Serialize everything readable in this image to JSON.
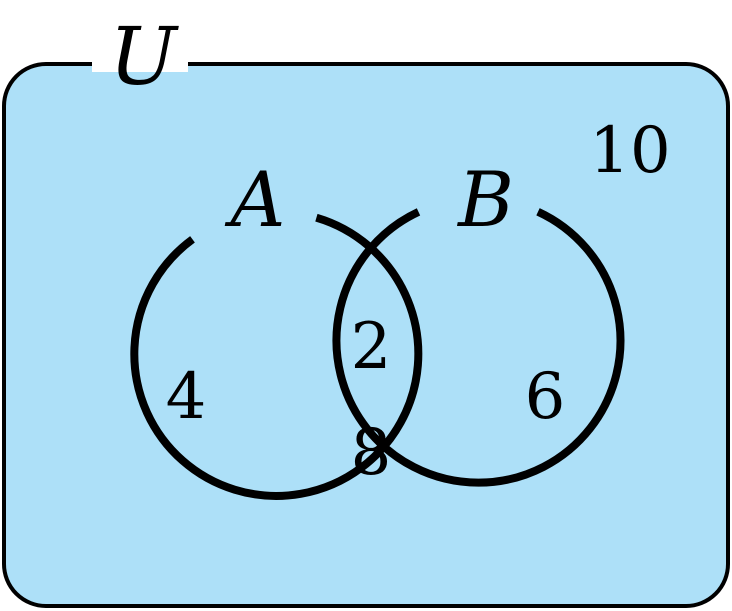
{
  "diagram": {
    "type": "venn",
    "universe": {
      "label": "U",
      "outside_value": "10"
    },
    "sets": [
      {
        "label": "A",
        "only_value": "4"
      },
      {
        "label": "B",
        "only_value": "6"
      }
    ],
    "intersection": {
      "values": [
        "2",
        "8"
      ]
    },
    "colors": {
      "fill": "#ade0f8",
      "intersection_fill": "#ffffff",
      "stroke": "#000000"
    }
  }
}
